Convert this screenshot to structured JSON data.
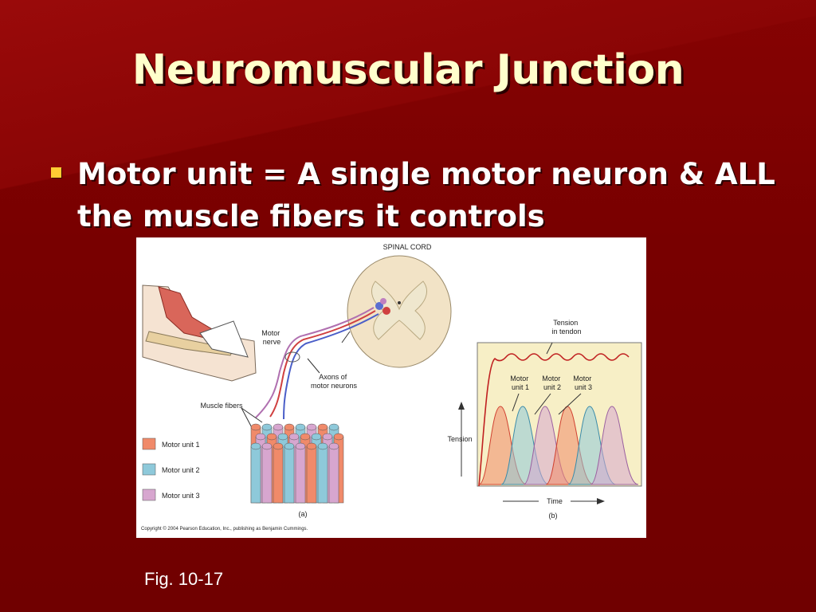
{
  "slide": {
    "title": "Neuromuscular Junction",
    "bullet": "Motor unit = A single motor neuron & ALL the muscle fibers it controls",
    "caption": "Fig. 10-17",
    "colors": {
      "background": "#7a0000",
      "title": "#ffffcc",
      "bullet_marker": "#ffcc33",
      "motor_unit_1": "#f08a6a",
      "motor_unit_2": "#8ec9da",
      "motor_unit_3": "#d7a6cf"
    }
  },
  "figure": {
    "panel_a": {
      "spinal_cord_label": "SPINAL CORD",
      "motor_nerve_label": "Motor\nnerve",
      "axons_label": "Axons of\nmotor neurons",
      "muscle_fibers_label": "Muscle fibers",
      "legend": [
        "Motor unit 1",
        "Motor unit 2",
        "Motor unit 3"
      ],
      "panel_label": "(a)"
    },
    "panel_b": {
      "tension_tendon_label": "Tension\nin tendon",
      "motor_unit_labels": [
        "Motor\nunit 1",
        "Motor\nunit 2",
        "Motor\nunit 3"
      ],
      "y_axis_label": "Tension",
      "x_axis_label": "Time",
      "panel_label": "(b)"
    },
    "copyright": "Copyright © 2004 Pearson Education, Inc., publishing as Benjamin Cummings."
  }
}
